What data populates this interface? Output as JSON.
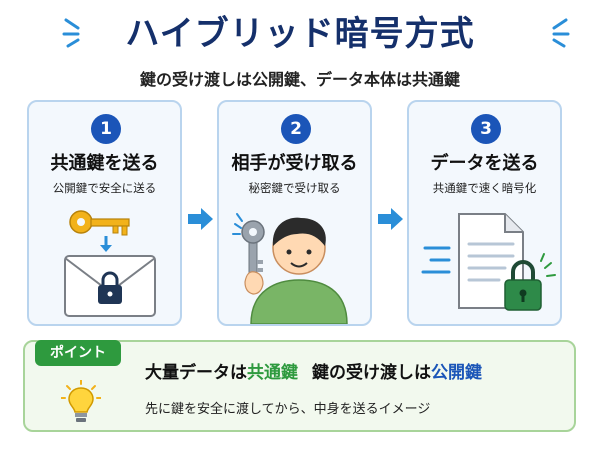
{
  "title": "ハイブリッド暗号方式",
  "subtitle": "鍵の受け渡しは公開鍵、データ本体は共通鍵",
  "steps": [
    {
      "number": "1",
      "heading": "共通鍵を送る",
      "detail": "公開鍵で安全に送る"
    },
    {
      "number": "2",
      "heading": "相手が受け取る",
      "detail": "秘密鍵で受け取る"
    },
    {
      "number": "3",
      "heading": "データを送る",
      "detail": "共通鍵で速く暗号化"
    }
  ],
  "point": {
    "tag": "ポイント",
    "line1": {
      "part1": "大量データは",
      "part2": "共通鍵",
      "part3": "鍵の受け渡しは",
      "part4": "公開鍵"
    },
    "line2": "先に鍵を安全に渡してから、中身を送るイメージ"
  },
  "colors": {
    "title": "#15306b",
    "accent_blue": "#1b55b8",
    "accent_green": "#2e9a3e",
    "key_gold": "#f2b21b",
    "card_border": "#b9d4ee"
  },
  "icons": [
    "key-icon",
    "envelope-icon",
    "padlock-icon",
    "person-icon",
    "document-icon",
    "lightbulb-icon",
    "arrow-right-icon"
  ]
}
